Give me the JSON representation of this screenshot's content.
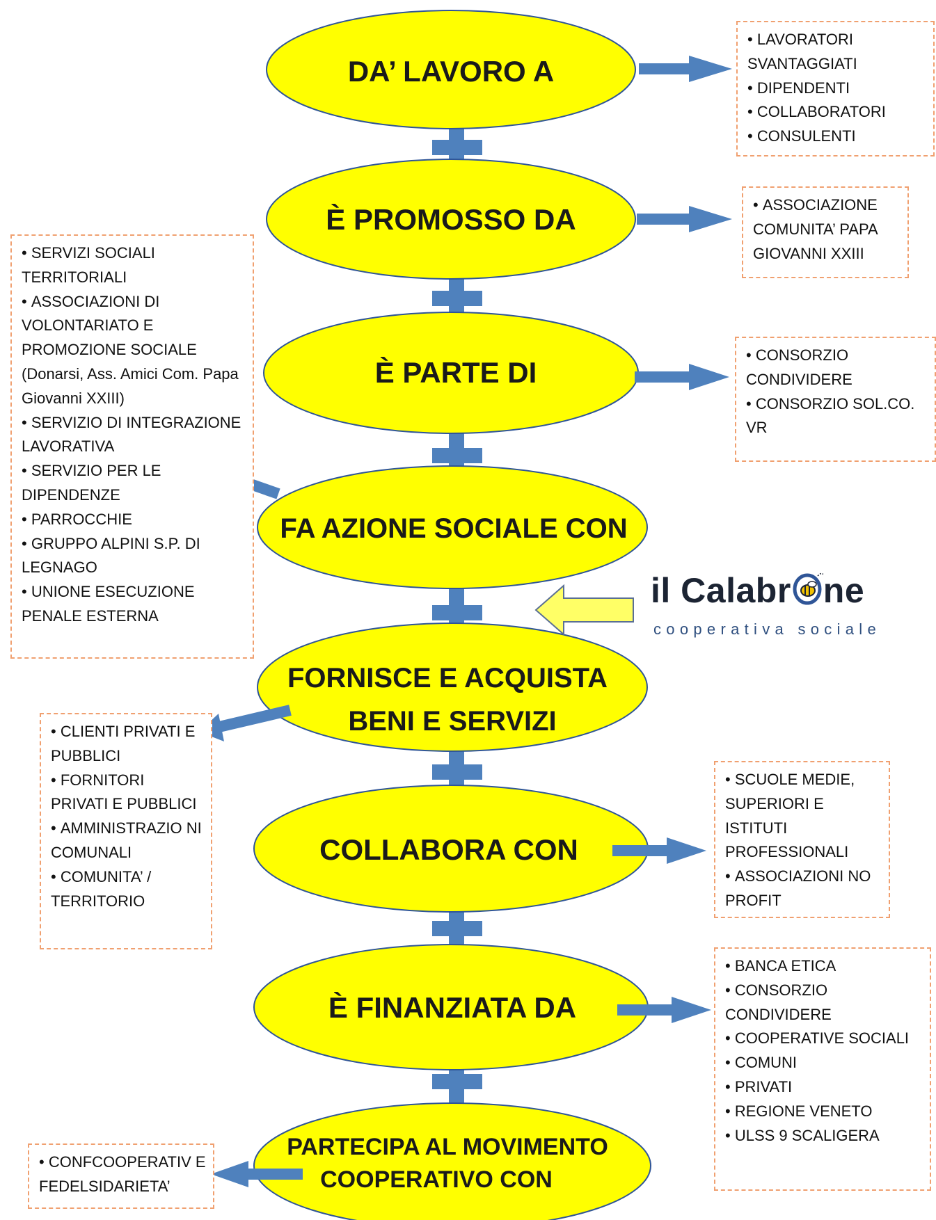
{
  "stages": [
    {
      "line1": "DA’ LAVORO A",
      "line2": ""
    },
    {
      "line1": "È PROMOSSO DA",
      "line2": ""
    },
    {
      "line1": "È PARTE DI",
      "line2": ""
    },
    {
      "line1": "FA AZIONE SOCIALE CON",
      "line2": ""
    },
    {
      "line1": "FORNISCE E ACQUISTA",
      "line2": "BENI E SERVIZI"
    },
    {
      "line1": "COLLABORA CON",
      "line2": ""
    },
    {
      "line1": "È FINANZIATA DA",
      "line2": ""
    },
    {
      "line1": "PARTECIPA AL MOVIMENTO",
      "line2": "COOPERATIVO CON"
    }
  ],
  "boxes": {
    "lavoro": [
      "LAVORATORI SVANTAGGIATI",
      "DIPENDENTI",
      "COLLABORATORI",
      "CONSULENTI"
    ],
    "promosso": [
      "ASSOCIAZIONE COMUNITA’ PAPA GIOVANNI XXIII"
    ],
    "parte": [
      "CONSORZIO CONDIVIDERE",
      "CONSORZIO SOL.CO. VR"
    ],
    "azione_sociale": [
      "SERVIZI SOCIALI TERRITORIALI",
      "ASSOCIAZIONI DI VOLONTARIATO E PROMOZIONE SOCIALE (Donarsi, Ass. Amici Com. Papa Giovanni XXIII)",
      "SERVIZIO DI INTEGRAZIONE LAVORATIVA",
      "SERVIZIO PER LE DIPENDENZE",
      "PARROCCHIE",
      "GRUPPO ALPINI S.P. DI LEGNAGO",
      "UNIONE ESECUZIONE PENALE ESTERNA"
    ],
    "beni_servizi": [
      "CLIENTI PRIVATI E PUBBLICI",
      "FORNITORI PRIVATI E PUBBLICI",
      "AMMINISTRAZIO NI COMUNALI",
      "COMUNITA’ / TERRITORIO"
    ],
    "collabora": [
      "SCUOLE MEDIE, SUPERIORI E ISTITUTI PROFESSIONALI",
      "ASSOCIAZIONI NO PROFIT"
    ],
    "finanziata": [
      "BANCA ETICA",
      "CONSORZIO CONDIVIDERE",
      "COOPERATIVE SOCIALI",
      "COMUNI",
      "PRIVATI",
      "REGIONE VENETO",
      "ULSS 9 SCALIGERA"
    ],
    "movimento": [
      "CONFCOOPERATIV E FEDELSIDARIETA’"
    ]
  },
  "logo": {
    "main_pre": "il Calabr",
    "main_post": "ne",
    "sub": "cooperativa sociale"
  },
  "colors": {
    "ellipse_fill": "#ffff00",
    "ellipse_stroke": "#2f5597",
    "arrow": "#4f81bd",
    "plus": "#4f81bd",
    "box_border": "#f0a070",
    "logo_arrow": "#ffff66"
  }
}
